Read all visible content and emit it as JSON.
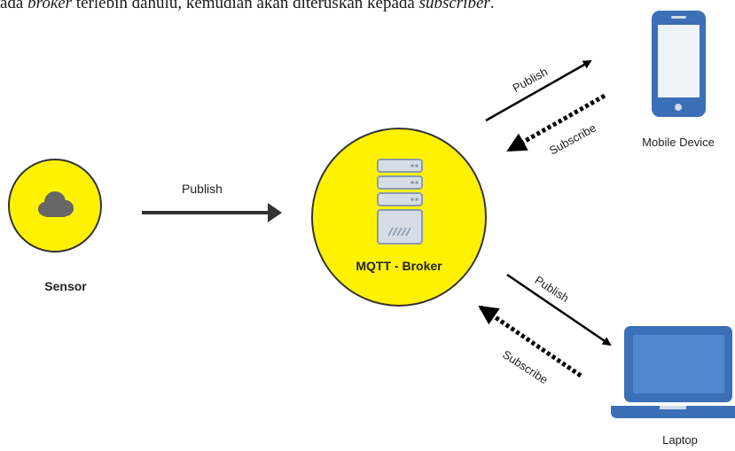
{
  "caption": {
    "part1": "ada ",
    "broker": "broker",
    "part2": " terlebih dahulu, kemudian akan diteruskan kepada ",
    "subscriber": "subscriber",
    "part3": "."
  },
  "nodes": {
    "sensor": {
      "label": "Sensor",
      "icon": "cloud-icon"
    },
    "broker": {
      "label": "MQTT - Broker",
      "icon": "server-icon"
    },
    "mobile": {
      "label": "Mobile Device",
      "icon": "smartphone-icon"
    },
    "laptop": {
      "label": "Laptop",
      "icon": "laptop-icon"
    }
  },
  "edges": {
    "sensor_publish": "Publish",
    "mobile_publish": "Publish",
    "mobile_subscribe": "Subscribe",
    "laptop_publish": "Publish",
    "laptop_subscribe": "Subscribe"
  },
  "colors": {
    "node_fill": "#fff200",
    "node_stroke": "#333333",
    "device_blue": "#3b6fb6",
    "device_screen": "#4f86cf",
    "server_gray": "#8a9bb0"
  }
}
